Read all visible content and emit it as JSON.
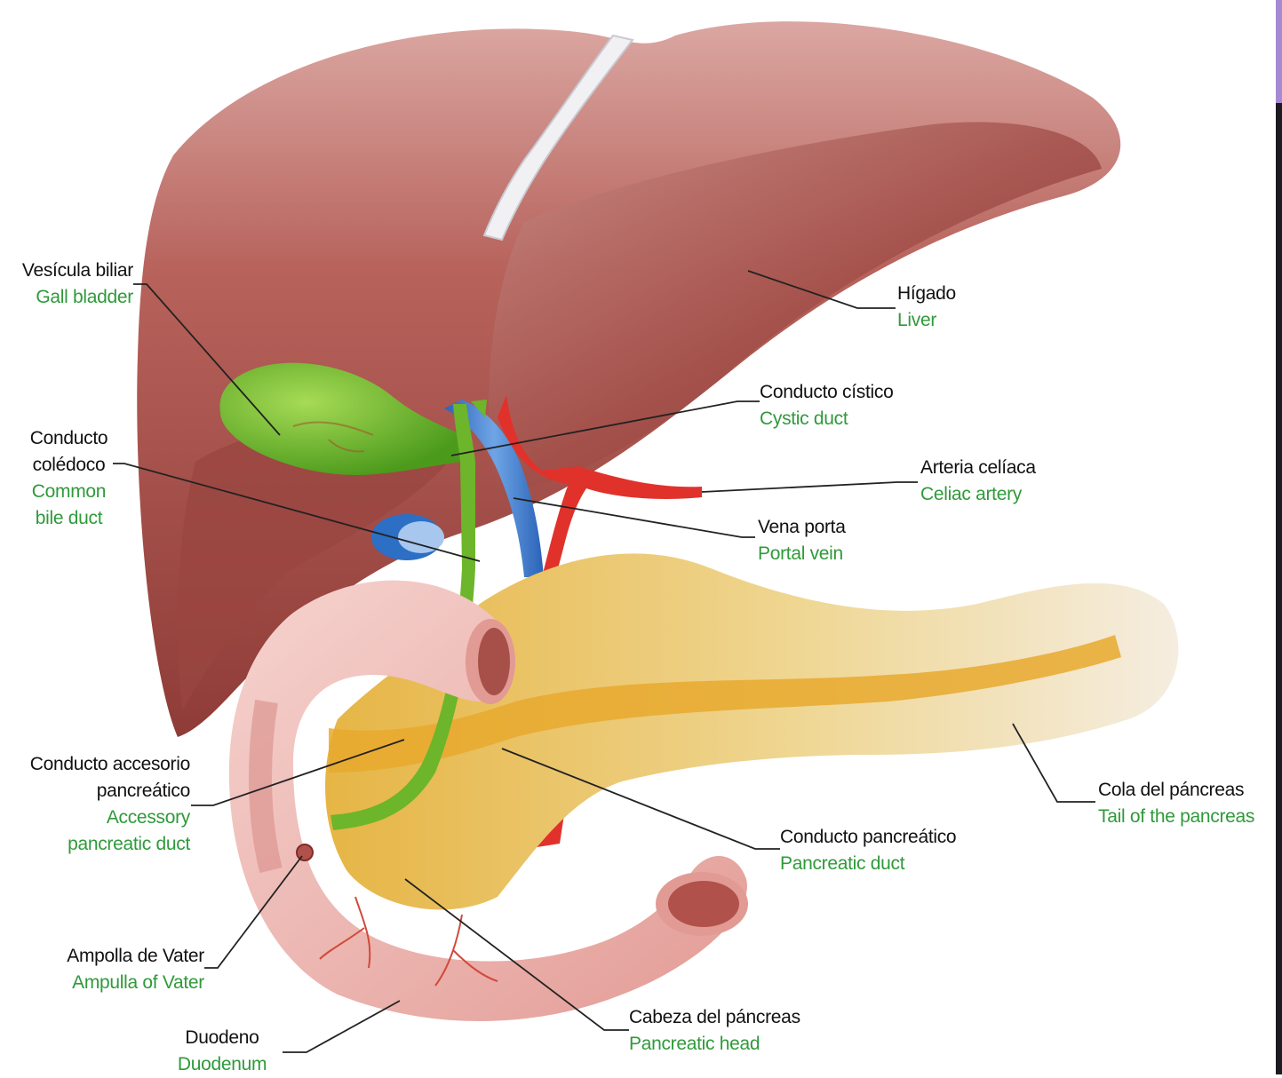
{
  "colors": {
    "spanish_text": "#111111",
    "english_text": "#2f9a3a",
    "liver": "#a9504b",
    "gallbladder": "#6db52a",
    "pancreas": "#ecc15a",
    "duodenum": "#eaa9a4",
    "portal_vein": "#2c6fc4",
    "artery": "#e0322b"
  },
  "labels": {
    "gallbladder": {
      "es": "Vesícula biliar",
      "en": "Gall bladder"
    },
    "liver": {
      "es": "Hígado",
      "en": "Liver"
    },
    "cystic_duct": {
      "es": "Conducto cístico",
      "en": "Cystic duct"
    },
    "common_bile_duct": {
      "es": "Conducto\ncolédoco",
      "en": "Common\nbile duct"
    },
    "celiac_artery": {
      "es": "Arteria celíaca",
      "en": "Celiac artery"
    },
    "portal_vein": {
      "es": "Vena porta",
      "en": "Portal vein"
    },
    "accessory_duct": {
      "es": "Conducto accesorio\npancreático",
      "en": "Accessory\npancreatic duct"
    },
    "tail_pancreas": {
      "es": "Cola del páncreas",
      "en": "Tail of the pancreas"
    },
    "pancreatic_duct": {
      "es": "Conducto pancreático",
      "en": "Pancreatic duct"
    },
    "ampulla": {
      "es": "Ampolla de Vater",
      "en": "Ampulla of Vater"
    },
    "pancreatic_head": {
      "es": "Cabeza del páncreas",
      "en": "Pancreatic head"
    },
    "duodenum": {
      "es": "Duodeno",
      "en": "Duodenum"
    }
  }
}
